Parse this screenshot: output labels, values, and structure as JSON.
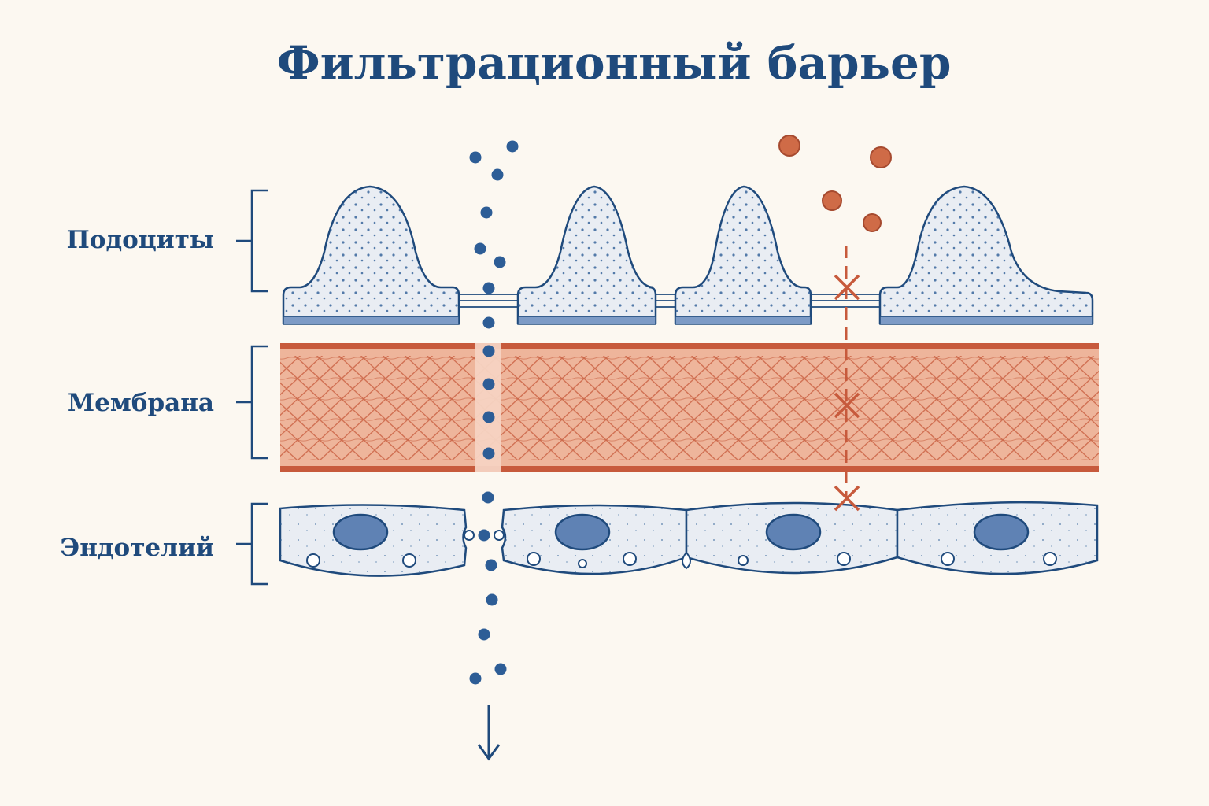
{
  "title": "Фильтрационный барьер",
  "labels": {
    "podocytes": "Подоциты",
    "membrane": "Мембрана",
    "endothelium": "Эндотелий"
  },
  "colors": {
    "background": "#fcf8f1",
    "navy": "#1f4a7c",
    "cell_fill": "#e9edf3",
    "membrane_fill": "#eeb59b",
    "membrane_line": "#c75a3c",
    "blocked_particle": "#cf6b47",
    "passing_particle": "#2d5d96",
    "nucleus": "#5f82b4"
  },
  "icons": {
    "passing_path": "arrow-down-icon",
    "blocked_marker": "cross-icon"
  }
}
